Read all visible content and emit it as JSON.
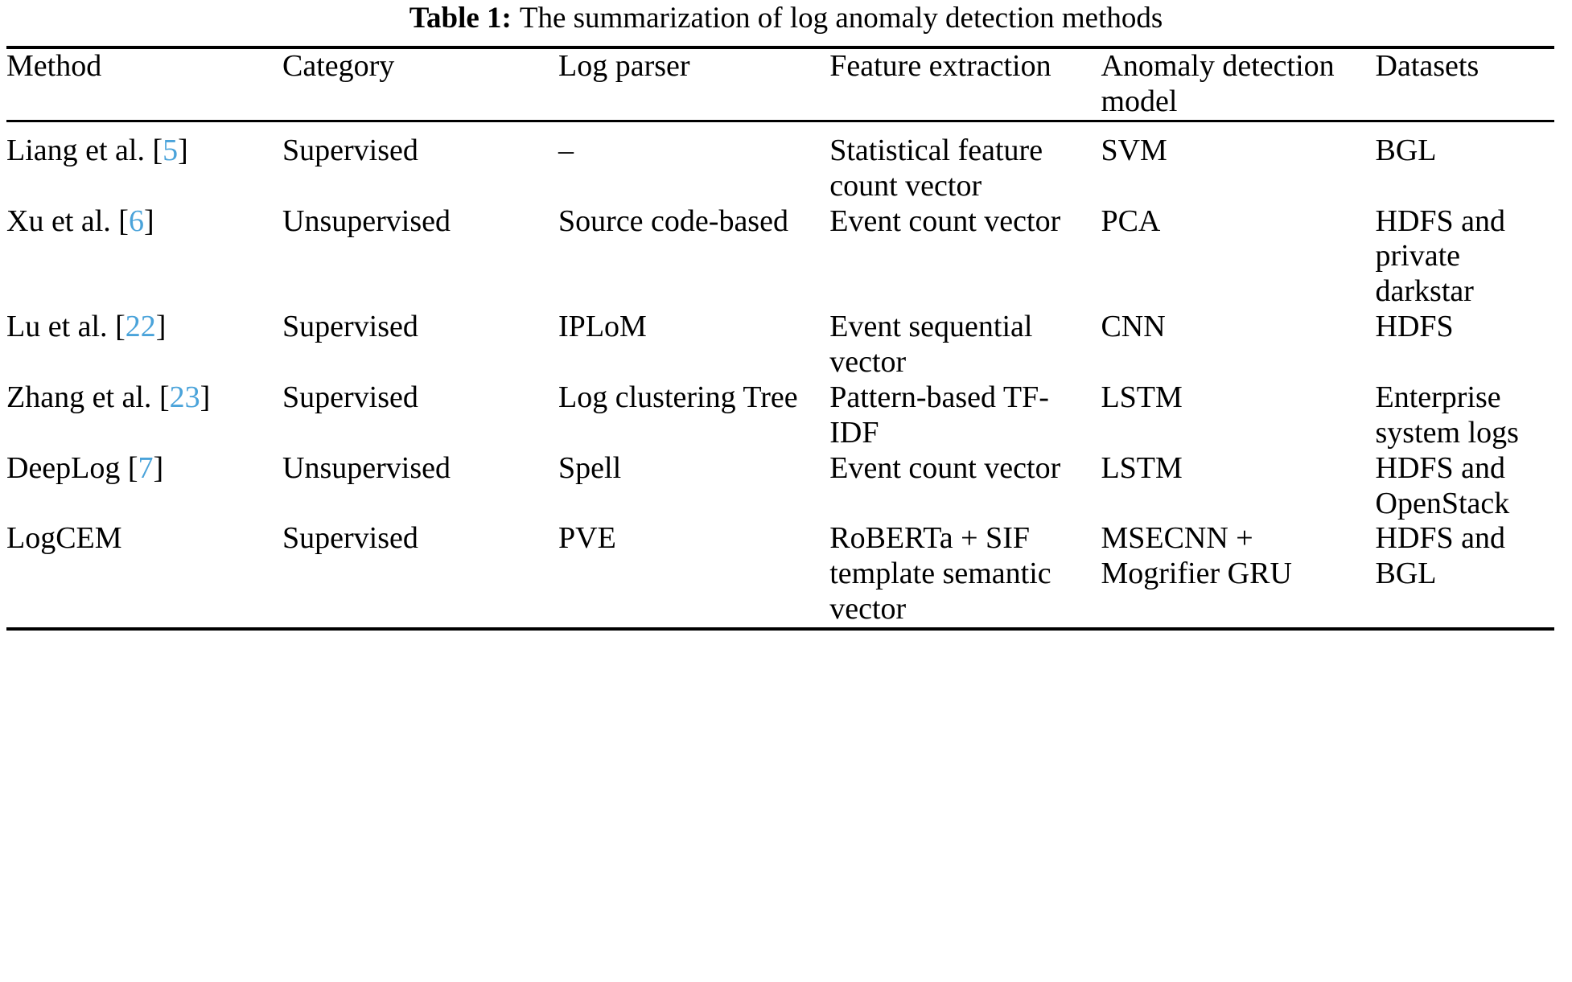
{
  "caption": {
    "label": "Table 1:",
    "text": "The summarization of log anomaly detection methods"
  },
  "colors": {
    "citation_link": "#4AA3DA",
    "text": "#000000",
    "rule": "#000000",
    "background": "#FFFFFF"
  },
  "table": {
    "columns": [
      "Method",
      "Category",
      "Log parser",
      "Feature extraction",
      "Anomaly detection model",
      "Datasets"
    ],
    "rows": [
      {
        "method_name": "Liang et al.",
        "citation_open": "[",
        "citation_num": "5",
        "citation_close": "]",
        "category": "Supervised",
        "log_parser": "–",
        "feature_extraction": "Statistical feature count vector",
        "anomaly_model": "SVM",
        "datasets": "BGL"
      },
      {
        "method_name": "Xu et al.",
        "citation_open": "[",
        "citation_num": "6",
        "citation_close": "]",
        "category": "Unsupervised",
        "log_parser": "Source code-based",
        "feature_extraction": "Event count vector",
        "anomaly_model": "PCA",
        "datasets": "HDFS and private darkstar"
      },
      {
        "method_name": "Lu et al.",
        "citation_open": "[",
        "citation_num": "22",
        "citation_close": "]",
        "category": "Supervised",
        "log_parser": "IPLoM",
        "feature_extraction": "Event sequential vector",
        "anomaly_model": "CNN",
        "datasets": "HDFS"
      },
      {
        "method_name": "Zhang et al.",
        "citation_open": "[",
        "citation_num": "23",
        "citation_close": "]",
        "category": "Supervised",
        "log_parser": "Log clustering Tree",
        "feature_extraction": "Pattern-based TF-IDF",
        "anomaly_model": "LSTM",
        "datasets": "Enterprise system logs"
      },
      {
        "method_name": "DeepLog",
        "citation_open": "[",
        "citation_num": "7",
        "citation_close": "]",
        "category": "Unsupervised",
        "log_parser": "Spell",
        "feature_extraction": "Event count vector",
        "anomaly_model": "LSTM",
        "datasets": "HDFS and OpenStack"
      },
      {
        "method_name": "LogCEM",
        "citation_open": "",
        "citation_num": "",
        "citation_close": "",
        "category": "Supervised",
        "log_parser": "PVE",
        "feature_extraction": "RoBERTa + SIF template semantic vector",
        "anomaly_model": "MSECNN + Mogrifier GRU",
        "datasets": "HDFS and BGL"
      }
    ]
  }
}
